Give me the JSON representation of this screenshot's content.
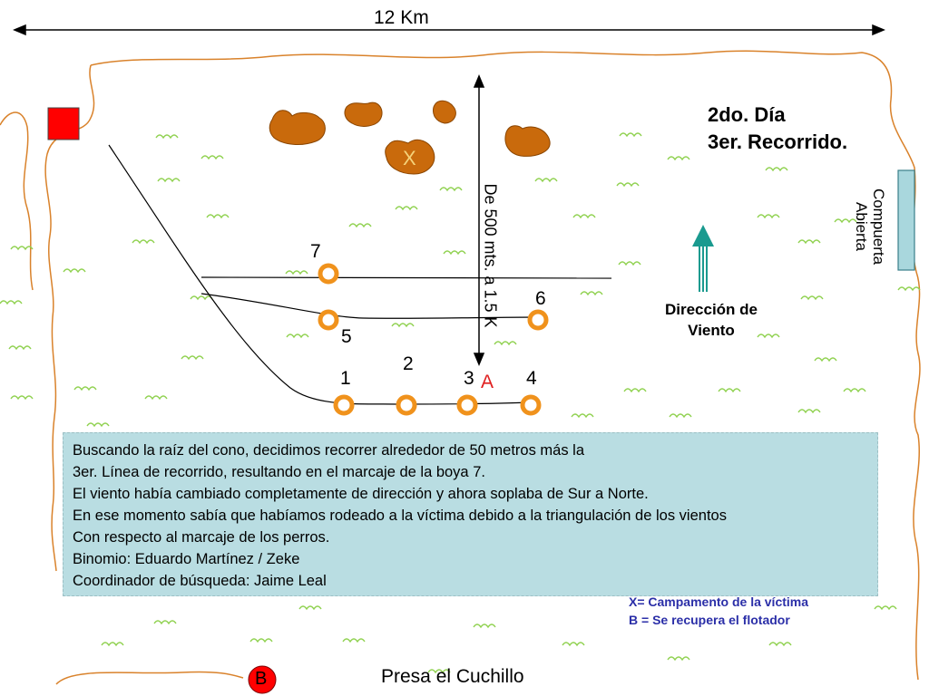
{
  "map": {
    "scale_label": "12 Km",
    "day_title": [
      "2do. Día",
      "3er. Recorrido."
    ],
    "gate_label": [
      "Compuerta",
      "Abierta"
    ],
    "distance_label": "De 500 mts. a 1.5 K",
    "wind_label": "Dirección de Viento",
    "buoys": [
      "1",
      "2",
      "3",
      "4",
      "5",
      "6",
      "7"
    ],
    "marker_a": "A",
    "marker_x": "X",
    "marker_b": "B",
    "dam_label": "Presa el Cuchillo"
  },
  "info_box": {
    "lines": [
      "Buscando la raíz del cono, decidimos recorrer alrededor de 50 metros más la",
      "3er. Línea de recorrido, resultando en el marcaje de la boya 7.",
      "El viento había cambiado completamente de dirección y ahora soplaba de Sur a Norte.",
      "En ese momento sabía que habíamos rodeado a la víctima debido a la triangulación de los vientos",
      "Con respecto al marcaje de los perros.",
      "Binomio: Eduardo Martínez / Zeke",
      "Coordinador de búsqueda: Jaime Leal"
    ]
  },
  "legend": {
    "x_text": "X= Campamento de la víctima",
    "b_text": "B = Se recupera el flotador"
  },
  "colors": {
    "shore": "#d9822b",
    "grass": "#8fd14f",
    "rock": "#c96a0c",
    "buoy": "#f0921c",
    "info_bg": "#b9dde2",
    "wind_arrow": "#1a9a8f",
    "gate": "#a9d7dd",
    "red_square": "#ff0000",
    "legend_text": "#2b2fa8"
  }
}
